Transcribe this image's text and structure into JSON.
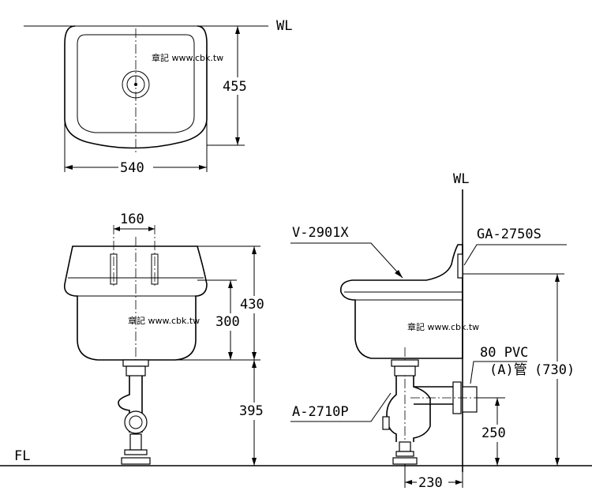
{
  "labels": {
    "wl_top": "WL",
    "wl_side": "WL",
    "fl": "FL",
    "sink_model": "V-2901X",
    "valve_model": "GA-2750S",
    "trap_model": "A-2710P",
    "pipe_line1": "80 PVC",
    "pipe_line2": "(A)管",
    "height_total": "(730)"
  },
  "dimensions": {
    "top_depth": "455",
    "top_width": "540",
    "front_spacing": "160",
    "front_height": "430",
    "front_basin": "300",
    "front_floor": "395",
    "side_pipe_height": "250",
    "side_offset": "230"
  },
  "watermark": {
    "top": "章記 www.cbk.tw",
    "front": "章記 www.cbk.tw",
    "side": "章記 www.cbk.tw"
  }
}
